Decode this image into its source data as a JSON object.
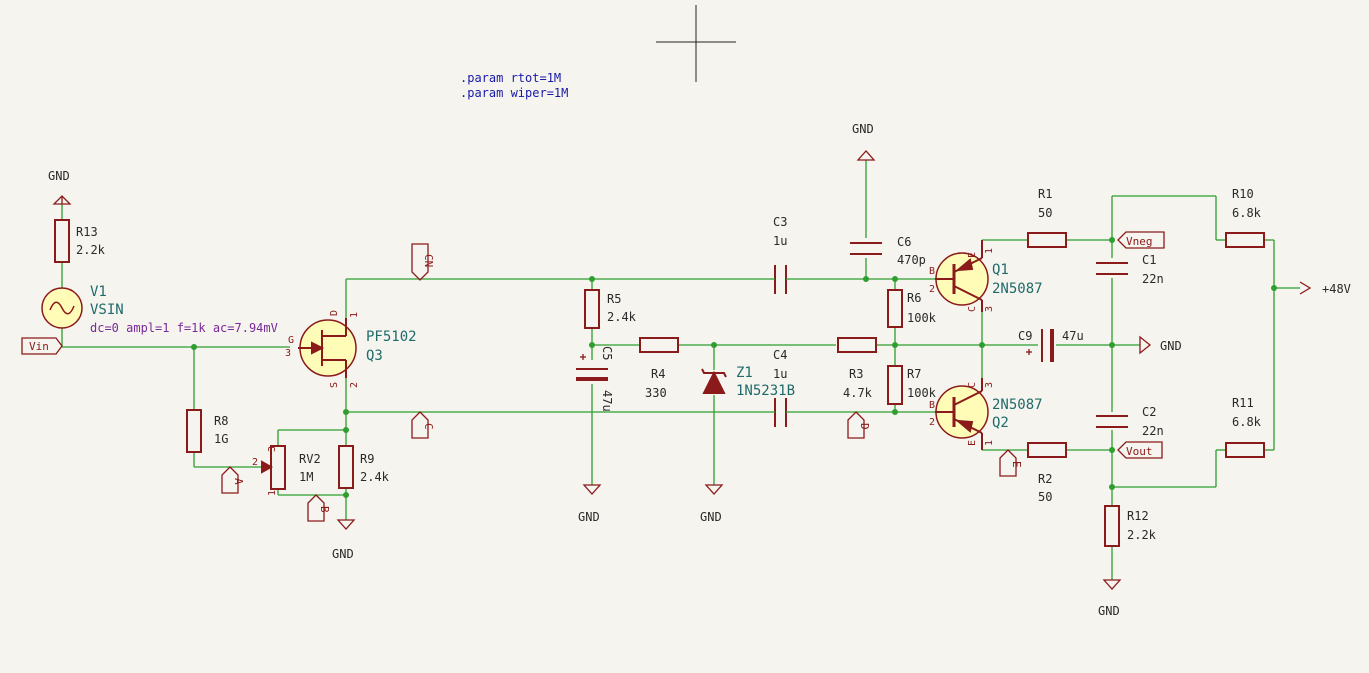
{
  "params": [
    ".param rtot=1M",
    ".param wiper=1M"
  ],
  "power": {
    "gnd": "GND",
    "vplus": "+48V"
  },
  "labels": {
    "vin": "Vin",
    "vneg": "Vneg",
    "vout": "Vout",
    "cn": "CN",
    "c": "C",
    "d": "D",
    "e": "E",
    "a": "A",
    "b": "B"
  },
  "components": {
    "r13": {
      "ref": "R13",
      "value": "2.2k"
    },
    "v1": {
      "ref": "V1",
      "value": "VSIN",
      "params": "dc=0 ampl=1 f=1k ac=7.94mV"
    },
    "q3": {
      "ref": "Q3",
      "value": "PF5102",
      "pin_g": "G",
      "pin_d": "D",
      "pin_s": "S",
      "pin1": "1",
      "pin2": "2",
      "pin3": "3"
    },
    "r8": {
      "ref": "R8",
      "value": "1G"
    },
    "rv2": {
      "ref": "RV2",
      "value": "1M",
      "pin1": "1",
      "pin2": "2",
      "pin3": "3"
    },
    "r9": {
      "ref": "R9",
      "value": "2.4k"
    },
    "r5": {
      "ref": "R5",
      "value": "2.4k"
    },
    "c5": {
      "ref": "C5",
      "value": "47u"
    },
    "c3": {
      "ref": "C3",
      "value": "1u"
    },
    "c4": {
      "ref": "C4",
      "value": "1u"
    },
    "r4": {
      "ref": "R4",
      "value": "330"
    },
    "z1": {
      "ref": "Z1",
      "value": "1N5231B"
    },
    "r3": {
      "ref": "R3",
      "value": "4.7k"
    },
    "c6": {
      "ref": "C6",
      "value": "470p"
    },
    "r6": {
      "ref": "R6",
      "value": "100k"
    },
    "r7": {
      "ref": "R7",
      "value": "100k"
    },
    "q1": {
      "ref": "Q1",
      "value": "2N5087",
      "pin_b": "B",
      "pin_c": "C",
      "pin_e": "E",
      "pin1": "1",
      "pin2": "2",
      "pin3": "3"
    },
    "q2": {
      "ref": "Q2",
      "value": "2N5087",
      "pin_b": "B",
      "pin_c": "C",
      "pin_e": "E",
      "pin1": "1",
      "pin2": "2",
      "pin3": "3"
    },
    "r1": {
      "ref": "R1",
      "value": "50"
    },
    "r2": {
      "ref": "R2",
      "value": "50"
    },
    "c1": {
      "ref": "C1",
      "value": "22n"
    },
    "c2": {
      "ref": "C2",
      "value": "22n"
    },
    "c9": {
      "ref": "C9",
      "value": "47u"
    },
    "r10": {
      "ref": "R10",
      "value": "6.8k"
    },
    "r11": {
      "ref": "R11",
      "value": "6.8k"
    },
    "r12": {
      "ref": "R12",
      "value": "2.2k"
    }
  },
  "colors": {
    "background": "#f5f4ef",
    "wire": "#2e9e2e",
    "component": "#8b1a1a",
    "transistor_fill": "#fffcb8",
    "ref_text": "#1f6a6a",
    "param_text": "#1a1aa8"
  }
}
